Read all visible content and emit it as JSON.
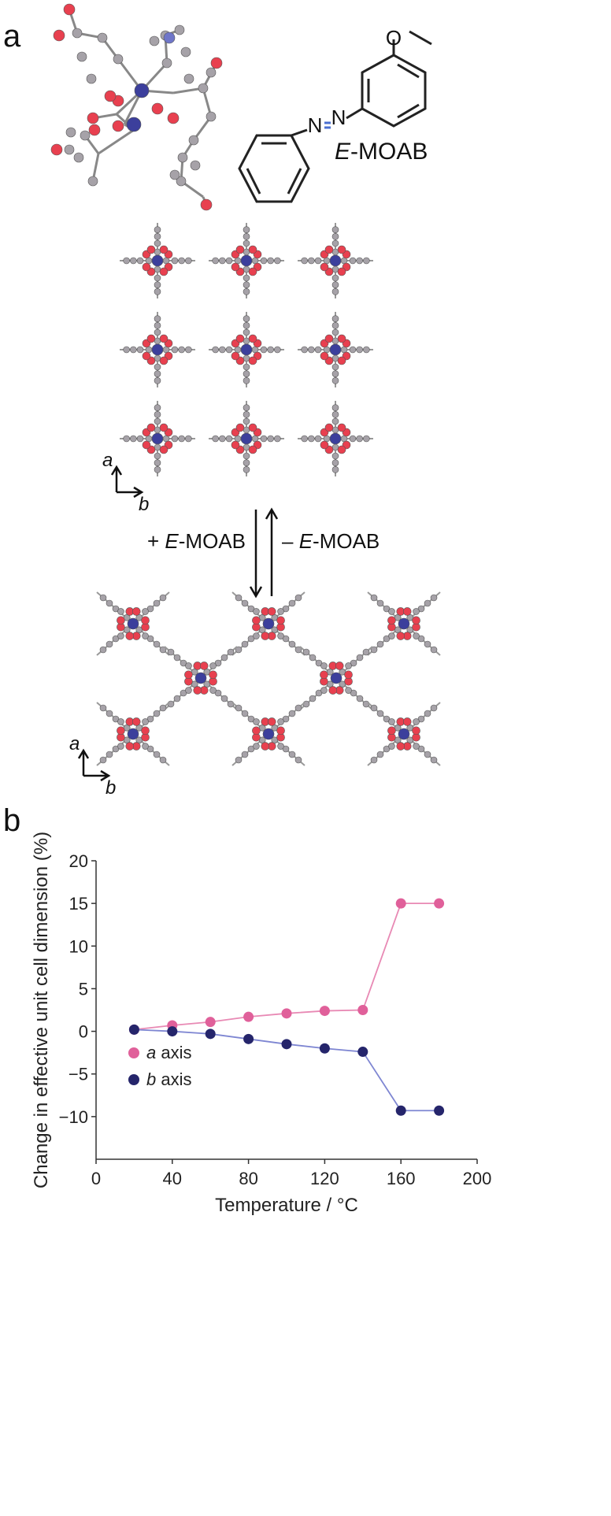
{
  "panels": {
    "a": "a",
    "b": "b"
  },
  "molecule": {
    "label_prefix": "E",
    "label_suffix": "-MOAB",
    "atom_N1": "N",
    "atom_N2": "N"
  },
  "process": {
    "forward_prefix": "+ ",
    "forward_italic": "E",
    "forward_suffix": "-MOAB",
    "reverse_prefix": "– ",
    "reverse_italic": "E",
    "reverse_suffix": "-MOAB"
  },
  "lattice_axes": {
    "a": "a",
    "b": "b"
  },
  "colors": {
    "carbon": "#a6a2a8",
    "oxygen": "#e8404f",
    "metal": "#3c3f9c",
    "nitrogen": "#6f76c9",
    "a_series": "#e0609a",
    "b_series": "#25256b",
    "a_line": "#e889b4",
    "b_line": "#7e86d2"
  },
  "chart_data": {
    "type": "line",
    "xlabel": "Temperature / °C",
    "ylabel": "Change in effective unit cell dimension (%)",
    "xlim": [
      0,
      200
    ],
    "ylim": [
      -15,
      20
    ],
    "x_ticks": [
      "0",
      "40",
      "80",
      "120",
      "160",
      "200"
    ],
    "y_ticks": [
      "20",
      "15",
      "10",
      "5",
      "0",
      "−5",
      "−10"
    ],
    "legend_position": "bottom-left",
    "series": [
      {
        "name": "a axis",
        "name_italic": "a",
        "name_rest": " axis",
        "x": [
          20,
          40,
          60,
          80,
          100,
          120,
          140,
          160,
          180
        ],
        "y": [
          0.2,
          0.7,
          1.1,
          1.7,
          2.1,
          2.4,
          2.5,
          15.0,
          15.0
        ]
      },
      {
        "name": "b axis",
        "name_italic": "b",
        "name_rest": " axis",
        "x": [
          20,
          40,
          60,
          80,
          100,
          120,
          140,
          160,
          180
        ],
        "y": [
          0.2,
          0.0,
          -0.3,
          -0.9,
          -1.5,
          -2.0,
          -2.4,
          -9.3,
          -9.3
        ]
      }
    ]
  }
}
